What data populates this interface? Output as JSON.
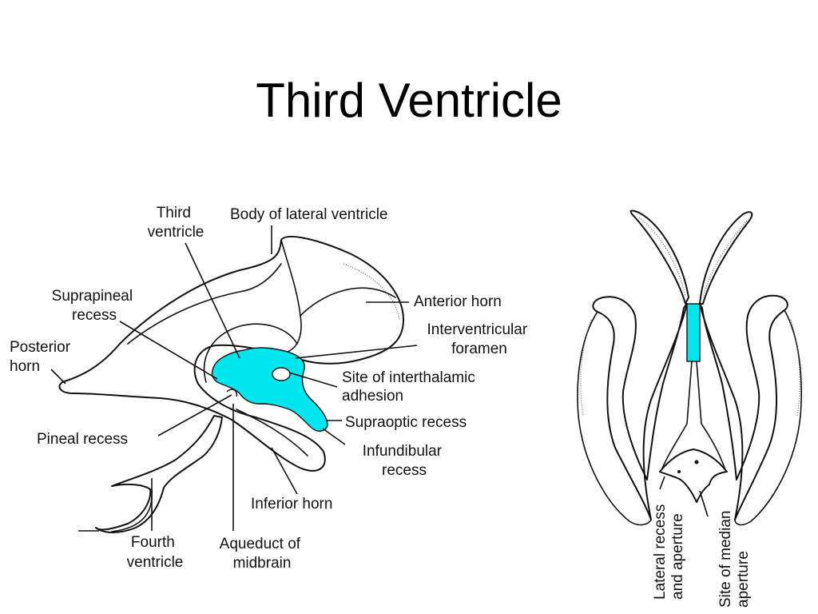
{
  "title": "Third Ventricle",
  "colors": {
    "highlight": "#00e5ee",
    "line": "#111111",
    "background": "#ffffff"
  },
  "labels": {
    "third_ventricle": [
      "Third",
      "ventricle"
    ],
    "body_of_lateral_ventricle": "Body of lateral ventricle",
    "suprapineal_recess": [
      "Suprapineal",
      "recess"
    ],
    "anterior_horn": "Anterior horn",
    "interventricular_foramen": [
      "Interventricular",
      "foramen"
    ],
    "posterior_horn": [
      "Posterior",
      "horn"
    ],
    "site_of_interthalamic_adhesion": [
      "Site of interthalamic",
      "adhesion"
    ],
    "supraoptic_recess": "Supraoptic recess",
    "pineal_recess": "Pineal recess",
    "infundibular_recess": [
      "Infundibular",
      "recess"
    ],
    "inferior_horn": "Inferior horn",
    "fourth_ventricle": [
      "Fourth",
      "ventricle"
    ],
    "aqueduct_of_midbrain": [
      "Aqueduct of",
      "midbrain"
    ],
    "lateral_recess_and_aperture": [
      "Lateral recess",
      "and aperture"
    ],
    "site_of_median_aperture": [
      "Site of median",
      "aperture"
    ]
  }
}
